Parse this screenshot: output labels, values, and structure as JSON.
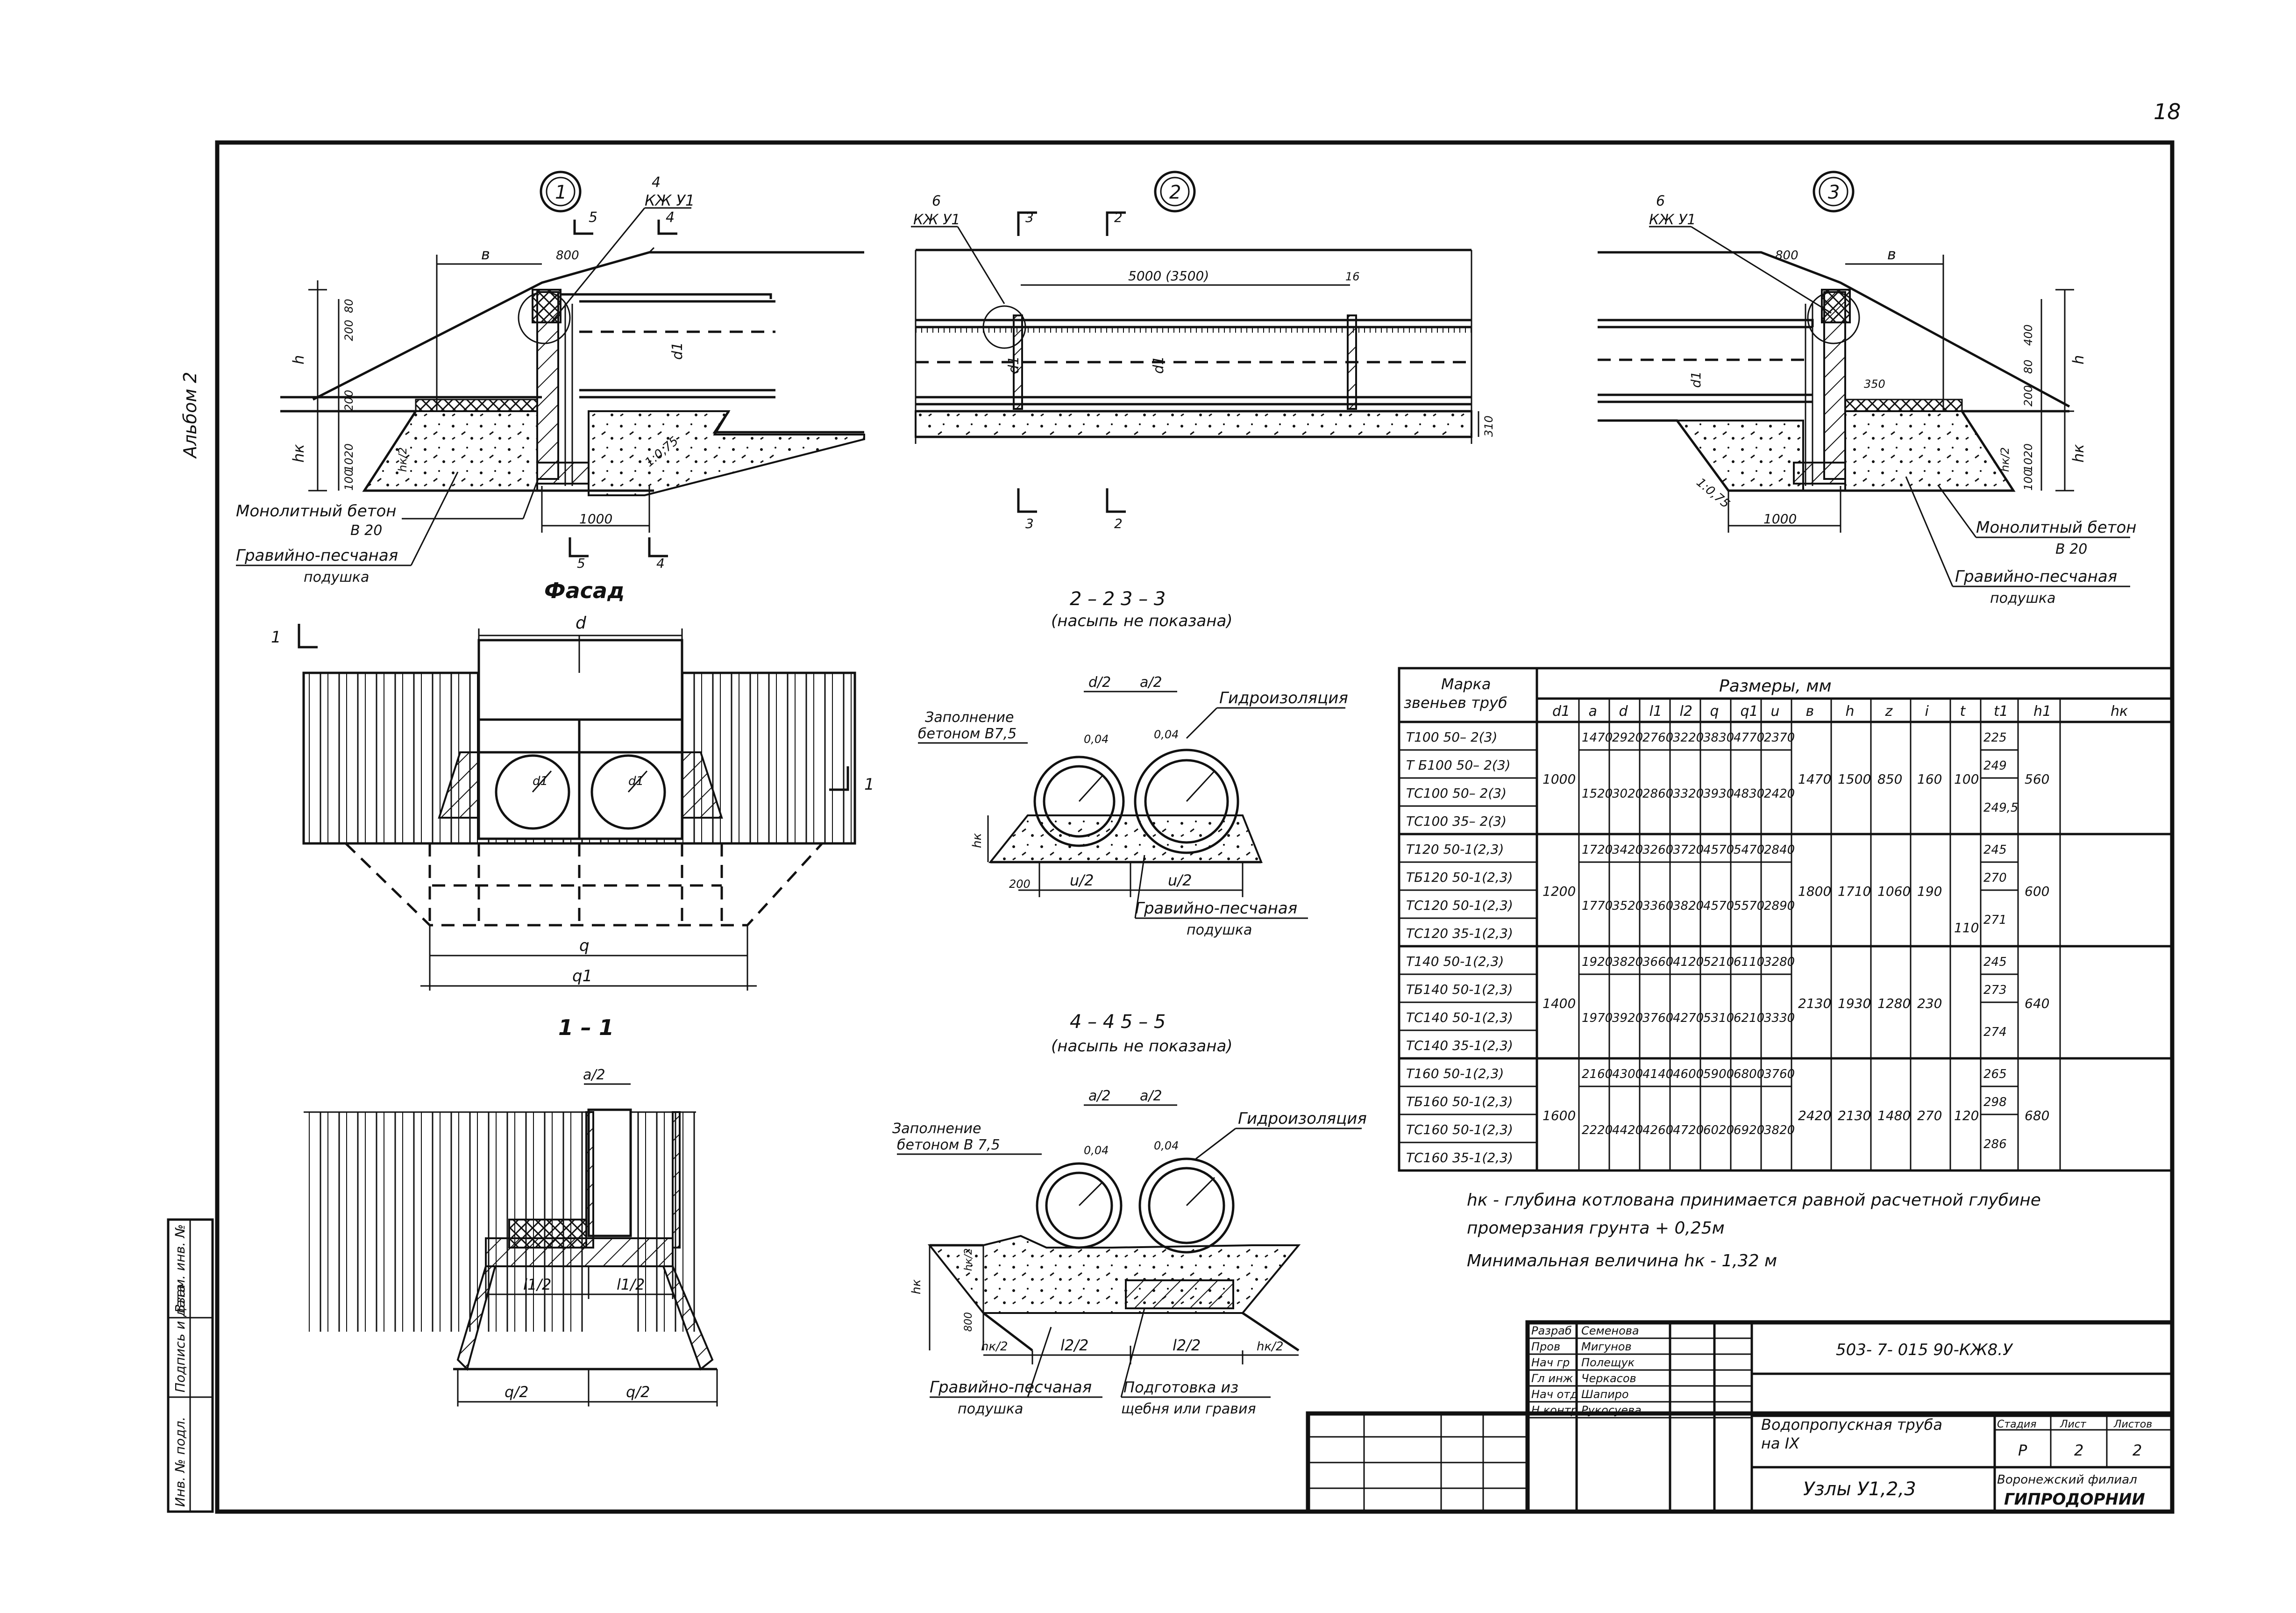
{
  "page_number": "18",
  "side_label": "Альбом 2",
  "nodes": {
    "n1": {
      "circle": "1",
      "kzh": "КЖ У1",
      "num4": "4",
      "sec5": "5",
      "sec4": "4",
      "b": "в",
      "h": "h",
      "hk": "hк",
      "d1": "d1",
      "dim800": "800",
      "dim1000": "1000",
      "dims_left": [
        "100",
        "1020",
        "200",
        "200",
        "80"
      ],
      "hk2": "hк/2",
      "slope": "1:0,75",
      "concrete": "Монолитный бетон",
      "b20": "В 20",
      "gravel1": "Гравийно-песчаная",
      "gravel2": "подушка"
    },
    "n2": {
      "circle": "2",
      "kzh": "КЖ У1",
      "num6": "6",
      "sec3": "3",
      "sec2": "2",
      "dim": "5000 (3500)",
      "num16": "16",
      "d1": "d1",
      "dim310": "310"
    },
    "n3": {
      "circle": "3",
      "kzh": "КЖ У1",
      "num6": "6",
      "b": "в",
      "h": "h",
      "hk": "hк",
      "d1": "d1",
      "dim800": "800",
      "dim1000": "1000",
      "dim350": "350",
      "dims_right": [
        "200",
        "80",
        "400",
        "1020",
        "100"
      ],
      "hk2": "hк/2",
      "slope": "1:0,75",
      "concrete": "Монолитный бетон",
      "b20": "В 20",
      "gravel1": "Гравийно-песчаная",
      "gravel2": "подушка"
    }
  },
  "facade": {
    "title": "Фасад",
    "cut": "1",
    "d": "d",
    "d1": "d1",
    "q": "q",
    "q1": "q1"
  },
  "sec11": {
    "title": "1 – 1",
    "a2": "a/2",
    "l1_2": "l1/2",
    "q2": "q/2"
  },
  "sec22": {
    "title": "2 – 2     3 – 3",
    "subtitle": "(насыпь не показана)",
    "a2": "a/2",
    "d2": "d/2",
    "fill1": "Заполнение",
    "fill2": "бетоном В7,5",
    "waterproof": "Гидроизоляция",
    "t004": "0,04",
    "hk": "hк",
    "dim200": "200",
    "u2": "u/2",
    "gravel1": "Гравийно-песчаная",
    "gravel2": "подушка"
  },
  "sec44": {
    "title": "4 – 4     5 – 5",
    "subtitle": "(насыпь не показана)",
    "a2": "a/2",
    "fill1": "Заполнение",
    "fill2": "бетоном В 7,5",
    "waterproof": "Гидроизоляция",
    "t004": "0,04",
    "hk": "hк",
    "hk2": "hк/2",
    "dim800": "800",
    "l2_2": "l2/2",
    "gravel1": "Гравийно-песчаная",
    "gravel2": "подушка",
    "prep1": "Подготовка из",
    "prep2": "щебня или гравия"
  },
  "table": {
    "header_mark": [
      "Марка",
      "звеньев труб"
    ],
    "header_sizes": "Размеры,  мм",
    "columns": [
      "d1",
      "a",
      "d",
      "l1",
      "l2",
      "q",
      "q1",
      "u",
      "в",
      "h",
      "z",
      "i",
      "t",
      "t1",
      "h1",
      "hк"
    ],
    "rows": [
      [
        "Т100 50– 2(3)",
        "Т Б100 50– 2(3)",
        "ТС100 50– 2(3)",
        "ТС100 35– 2(3)"
      ],
      [
        "Т120 50-1(2,3)",
        "ТБ120 50-1(2,3)",
        "ТС120 50-1(2,3)",
        "ТС120 35-1(2,3)"
      ],
      [
        "Т140 50-1(2,3)",
        "ТБ140 50-1(2,3)",
        "ТС140 50-1(2,3)",
        "ТС140 35-1(2,3)"
      ],
      [
        "Т160 50-1(2,3)",
        "ТБ160 50-1(2,3)",
        "ТС160 50-1(2,3)",
        "ТС160 35-1(2,3)"
      ]
    ],
    "groups": [
      {
        "d1": "1000",
        "r1": [
          "1470",
          "2920",
          "2760",
          "3220",
          "3830",
          "4770",
          "2370"
        ],
        "r2": [
          "1520",
          "3020",
          "2860",
          "3320",
          "3930",
          "4830",
          "2420"
        ],
        "b": "1470",
        "h": "1500",
        "z": "850",
        "i": "160",
        "t": "100",
        "t1": [
          "225",
          "249",
          "249,5"
        ],
        "h1": "560"
      },
      {
        "d1": "1200",
        "r1": [
          "1720",
          "3420",
          "3260",
          "3720",
          "4570",
          "5470",
          "2840"
        ],
        "r2": [
          "1770",
          "3520",
          "3360",
          "3820",
          "4570",
          "5570",
          "2890"
        ],
        "b": "1800",
        "h": "1710",
        "z": "1060",
        "i": "190",
        "t": "",
        "t1": [
          "245",
          "270",
          "271"
        ],
        "h1": "600"
      },
      {
        "d1": "1400",
        "r1": [
          "1920",
          "3820",
          "3660",
          "4120",
          "5210",
          "6110",
          "3280"
        ],
        "r2": [
          "1970",
          "3920",
          "3760",
          "4270",
          "5310",
          "6210",
          "3330"
        ],
        "b": "2130",
        "h": "1930",
        "z": "1280",
        "i": "230",
        "t": "110",
        "t1": [
          "245",
          "273",
          "274"
        ],
        "h1": "640"
      },
      {
        "d1": "1600",
        "r1": [
          "2160",
          "4300",
          "4140",
          "4600",
          "5900",
          "6800",
          "3760"
        ],
        "r2": [
          "2220",
          "4420",
          "4260",
          "4720",
          "6020",
          "6920",
          "3820"
        ],
        "b": "2420",
        "h": "2130",
        "z": "1480",
        "i": "270",
        "t": "120",
        "t1": [
          "265",
          "298",
          "286"
        ],
        "h1": "680"
      }
    ]
  },
  "notes": [
    "hк - глубина котлована принимается равной расчетной глубине",
    "промерзания грунта + 0,25м",
    "Минимальная величина hк - 1,32 м"
  ],
  "title_block": {
    "code": "503- 7- 015 90-КЖ8.У",
    "roles": [
      "Разраб",
      "Пров",
      "Нач гр",
      "Гл инж",
      "Нач отд",
      "Н контр"
    ],
    "names": [
      "Семенова",
      "Мигунов",
      "Полещук",
      "Черкасов",
      "Шапиро",
      "Рукосуева"
    ],
    "title1": "Водопропускная труба",
    "title2": "на IX",
    "title3": "Узлы У1,2,3",
    "stage_h": "Стадия",
    "sheet_h": "Лист",
    "sheets_h": "Листов",
    "stage": "Р",
    "sheet": "2",
    "sheets": "2",
    "org1": "Воронежский филиал",
    "org2": "ГИПРОДОРНИИ"
  },
  "left_stamp": [
    "Инв. № подл.",
    "Подпись и дата",
    "Взам. инв. №"
  ]
}
